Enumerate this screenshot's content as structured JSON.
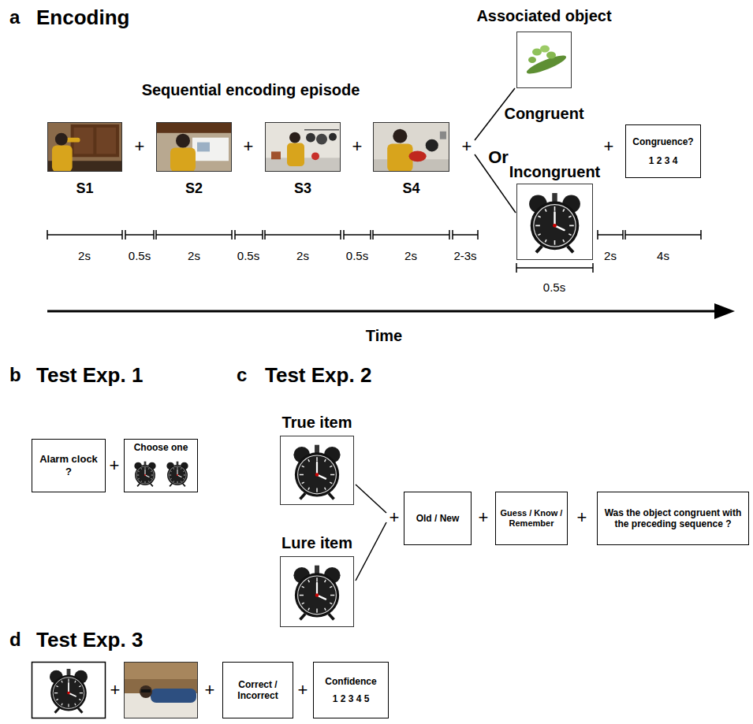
{
  "diagram": {
    "nodes": [
      {
        "text": [
          "S1"
        ]
      },
      {
        "text": [
          "S2"
        ]
      },
      {
        "text": [
          "S3"
        ]
      },
      {
        "text": [
          "S4"
        ]
      },
      {
        "text": [
          "Congruent"
        ]
      },
      {
        "text": [
          "Incongruent"
        ]
      },
      {
        "text": [
          "Congruence?",
          "1 2 3 4"
        ]
      },
      {
        "text": [
          "Alarm clock ?"
        ]
      },
      {
        "text": [
          "Choose one"
        ]
      },
      {
        "text": [
          "True item"
        ]
      },
      {
        "text": [
          "Lure item"
        ]
      },
      {
        "text": [
          "Old / New"
        ]
      },
      {
        "text": [
          "Guess / Know / Remember"
        ]
      },
      {
        "text": [
          "Was the object congruent with the preceding sequence ?"
        ]
      },
      {
        "text": [
          "Correct / Incorrect"
        ]
      },
      {
        "text": [
          "Confidence",
          "1 2 3 4 5"
        ]
      }
    ],
    "labels": [
      "a",
      "Encoding",
      "Associated object",
      "Sequential encoding episode",
      "+",
      "+",
      "+",
      "+",
      "Or",
      "+",
      "2s",
      "0.5s",
      "2s",
      "0.5s",
      "2s",
      "0.5s",
      "2s",
      "2-3s",
      "0.5s",
      "2s",
      "4s",
      "Time",
      "b",
      "Test Exp. 1",
      "+",
      "c",
      "Test Exp. 2",
      "+",
      "+",
      "+",
      "d",
      "Test Exp. 3",
      "+",
      "+",
      "+"
    ]
  }
}
